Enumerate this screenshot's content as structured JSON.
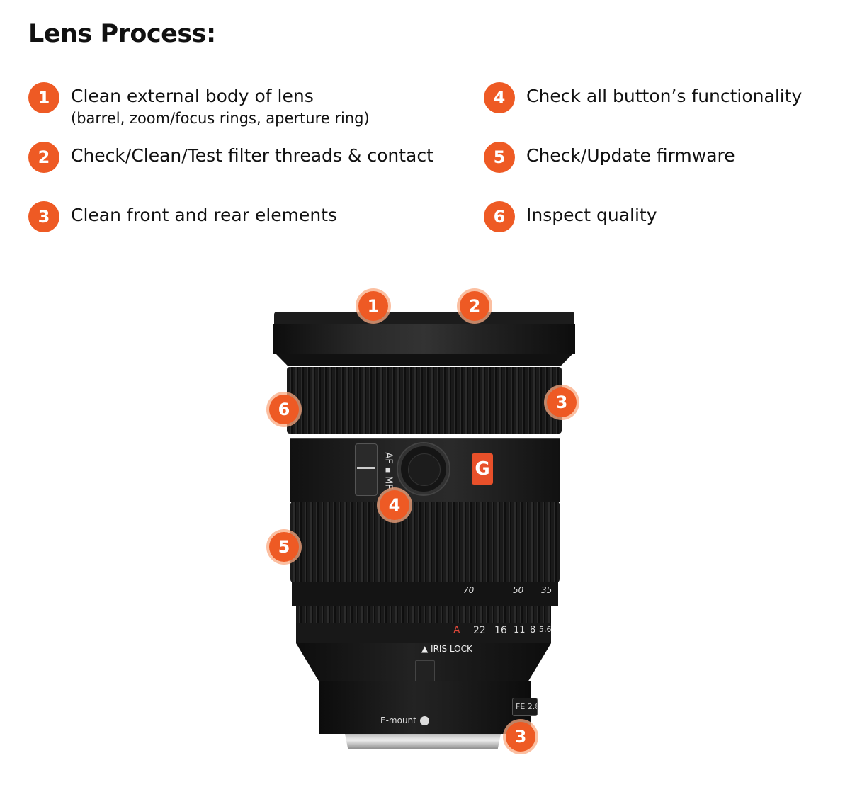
{
  "title": "Lens Process:",
  "accent_color": "#ee5a24",
  "steps": [
    {
      "number": "1",
      "label": "Clean external body of lens",
      "detail": "(barrel, zoom/focus rings, aperture ring)"
    },
    {
      "number": "2",
      "label": "Check/Clean/Test filter threads & contact"
    },
    {
      "number": "3",
      "label": "Clean front and rear elements"
    },
    {
      "number": "4",
      "label": "Check all button’s functionality"
    },
    {
      "number": "5",
      "label": "Check/Update firmware"
    },
    {
      "number": "6",
      "label": "Inspect quality"
    }
  ],
  "lens": {
    "markers": [
      "1",
      "2",
      "6",
      "3",
      "4",
      "5",
      "3"
    ],
    "switch_label": "AF ▪ MF",
    "logo": "G",
    "focal_marks": [
      "70",
      "50",
      "35"
    ],
    "aperture_auto": "A",
    "aperture_marks": [
      "22",
      "16",
      "11",
      "8",
      "5.6"
    ],
    "iris_lock": "▲ IRIS LOCK",
    "mount_label": "E-mount",
    "model_label": "FE 2.8"
  }
}
